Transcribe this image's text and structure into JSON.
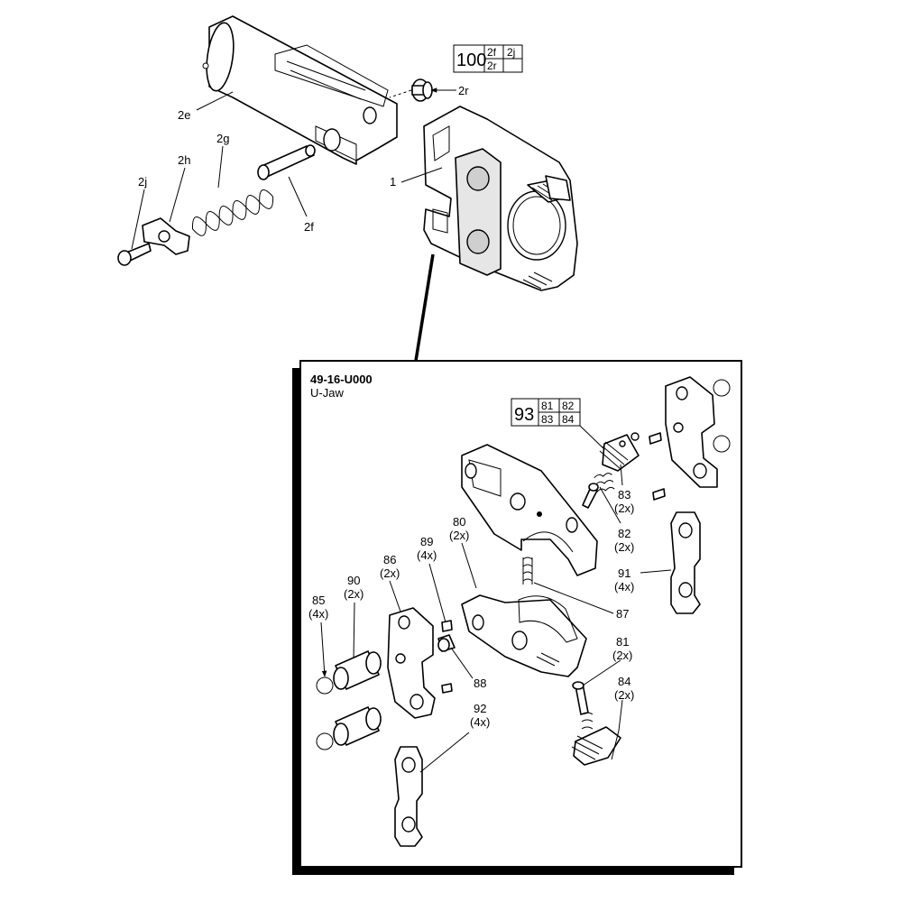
{
  "kit_box_top": {
    "number": "100",
    "cells": [
      "2f",
      "2j",
      "2r",
      ""
    ]
  },
  "kit_box_inset": {
    "number": "93",
    "cells": [
      "81",
      "82",
      "83",
      "84"
    ]
  },
  "inset": {
    "title": "49-16-U000",
    "subtitle": "U-Jaw"
  },
  "labels_top": {
    "p2r": "2r",
    "p2e": "2e",
    "p2g": "2g",
    "p2h": "2h",
    "p2j": "2j",
    "p2f": "2f",
    "p1": "1"
  },
  "labels_inset": {
    "p83": "83",
    "p83q": "(2x)",
    "p82": "82",
    "p82q": "(2x)",
    "p80": "80",
    "p80q": "(2x)",
    "p89": "89",
    "p89q": "(4x)",
    "p86": "86",
    "p86q": "(2x)",
    "p90": "90",
    "p90q": "(2x)",
    "p85": "85",
    "p85q": "(4x)",
    "p91": "91",
    "p91q": "(4x)",
    "p87": "87",
    "p81": "81",
    "p81q": "(2x)",
    "p84": "84",
    "p84q": "(2x)",
    "p88": "88",
    "p92": "92",
    "p92q": "(4x)"
  }
}
